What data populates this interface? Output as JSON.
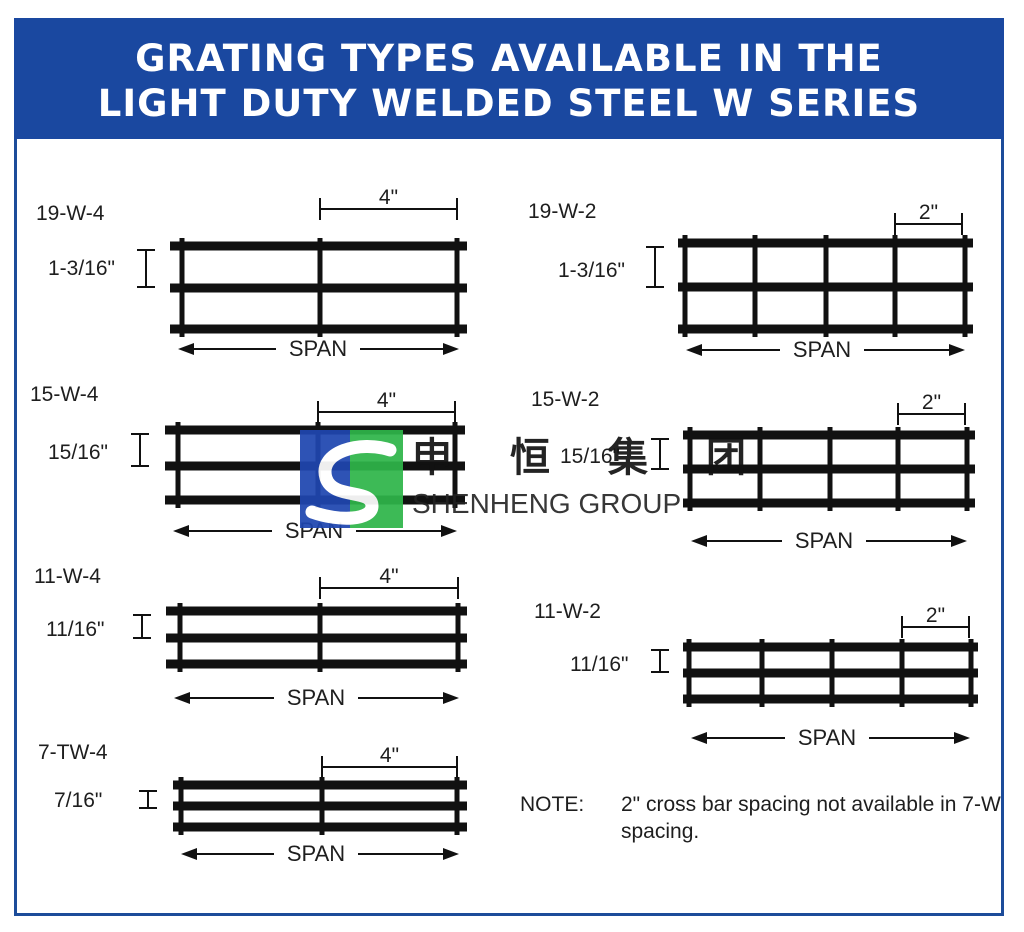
{
  "header": {
    "title_line1": "GRATING TYPES AVAILABLE IN THE",
    "title_line2": "LIGHT DUTY WELDED STEEL W SERIES",
    "background_color": "#1a48a0",
    "text_color": "#ffffff"
  },
  "gratings": [
    {
      "id": "19-W-4",
      "label": "19-W-4",
      "depth": "1-3/16\"",
      "spacing": "4\"",
      "span": "SPAN",
      "bars": 3,
      "crossbars": 3
    },
    {
      "id": "15-W-4",
      "label": "15-W-4",
      "depth": "15/16\"",
      "spacing": "4\"",
      "span": "SPAN",
      "bars": 3,
      "crossbars": 3
    },
    {
      "id": "11-W-4",
      "label": "11-W-4",
      "depth": "11/16\"",
      "spacing": "4\"",
      "span": "SPAN",
      "bars": 3,
      "crossbars": 3
    },
    {
      "id": "7-TW-4",
      "label": "7-TW-4",
      "depth": "7/16\"",
      "spacing": "4\"",
      "span": "SPAN",
      "bars": 3,
      "crossbars": 3
    },
    {
      "id": "19-W-2",
      "label": "19-W-2",
      "depth": "1-3/16\"",
      "spacing": "2\"",
      "span": "SPAN",
      "bars": 3,
      "crossbars": 5
    },
    {
      "id": "15-W-2",
      "label": "15-W-2",
      "depth": "15/16\"",
      "spacing": "2\"",
      "span": "SPAN",
      "bars": 3,
      "crossbars": 5
    },
    {
      "id": "11-W-2",
      "label": "11-W-2",
      "depth": "11/16\"",
      "spacing": "2\"",
      "span": "SPAN",
      "bars": 3,
      "crossbars": 5
    }
  ],
  "note": {
    "label": "NOTE:",
    "text": "2\" cross bar spacing not available in 7-W spacing."
  },
  "watermark": {
    "chinese": "申恒集团",
    "english": "SHENHENG GROUP",
    "logo_colors": {
      "blue": "#1f46b0",
      "green": "#2fb54a"
    }
  },
  "colors": {
    "frame": "#1c4c9a",
    "bars": "#111111"
  }
}
